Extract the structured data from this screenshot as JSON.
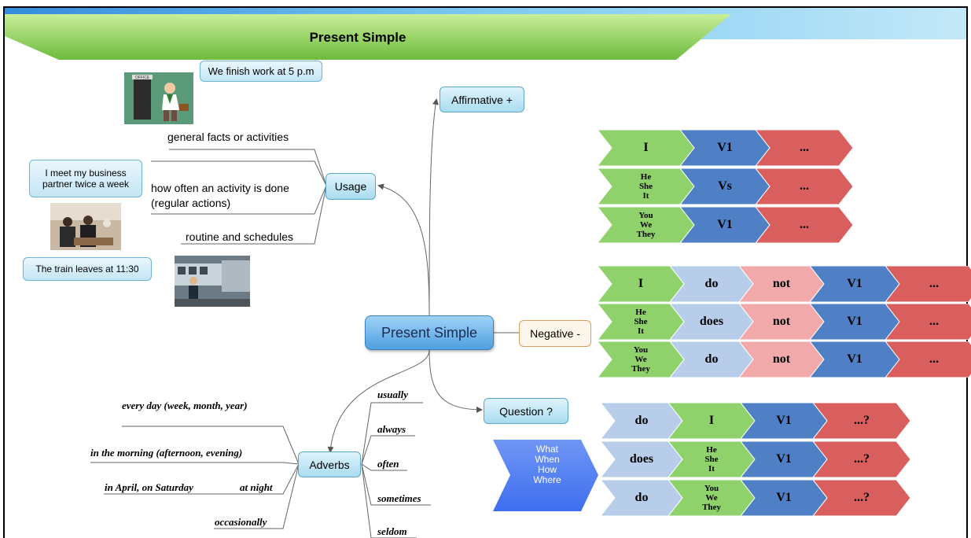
{
  "header": {
    "title": "Present Simple"
  },
  "central": {
    "label": "Present Simple"
  },
  "topics": {
    "affirmative": "Affirmative +",
    "usage": "Usage",
    "negative": "Negative -",
    "question": "Question ?",
    "adverbs": "Adverbs"
  },
  "usage": {
    "notes": {
      "finish_work": "We finish work at 5 p.m",
      "meet_partner": "I meet my business partner twice a week",
      "train": "The train leaves at 11:30"
    },
    "items": {
      "facts": "general facts or activities",
      "how_often_1": "how often an activity is done",
      "how_often_2": "(regular actions)",
      "routine": "routine and schedules"
    },
    "picture_office_sign": "OFFICE"
  },
  "adverbs": {
    "left": {
      "every_day": "every day (week, month, year)",
      "morning": "in the morning (afternoon, evening)",
      "april": "in April, on Saturday",
      "night": "at night",
      "occasionally": "occasionally"
    },
    "right": [
      "usually",
      "always",
      "often",
      "sometimes",
      "seldom"
    ]
  },
  "question_words": {
    "lines": [
      "What",
      "When",
      "How",
      "Where"
    ]
  },
  "tables": {
    "affirmative": [
      [
        "I",
        "V1",
        "..."
      ],
      [
        "He\nShe\nIt",
        "Vs",
        "..."
      ],
      [
        "You\nWe\nThey",
        "V1",
        "..."
      ]
    ],
    "negative": [
      [
        "I",
        "do",
        "not",
        "V1",
        "..."
      ],
      [
        "He\nShe\nIt",
        "does",
        "not",
        "V1",
        "..."
      ],
      [
        "You\nWe\nThey",
        "do",
        "not",
        "V1",
        "..."
      ]
    ],
    "question": [
      [
        "do",
        "I",
        "V1",
        "...?"
      ],
      [
        "does",
        "He\nShe\nIt",
        "V1",
        "...?"
      ],
      [
        "do",
        "You\nWe\nThey",
        "V1",
        "...?"
      ]
    ]
  },
  "colors": {
    "green": "#8fd16a",
    "blue": "#4f7fc4",
    "red": "#d95f5f",
    "light_blue": "#b7cdea",
    "light_red": "#f2a9a9",
    "banner": "#7bc84a",
    "sky": "#5fb8ea"
  }
}
